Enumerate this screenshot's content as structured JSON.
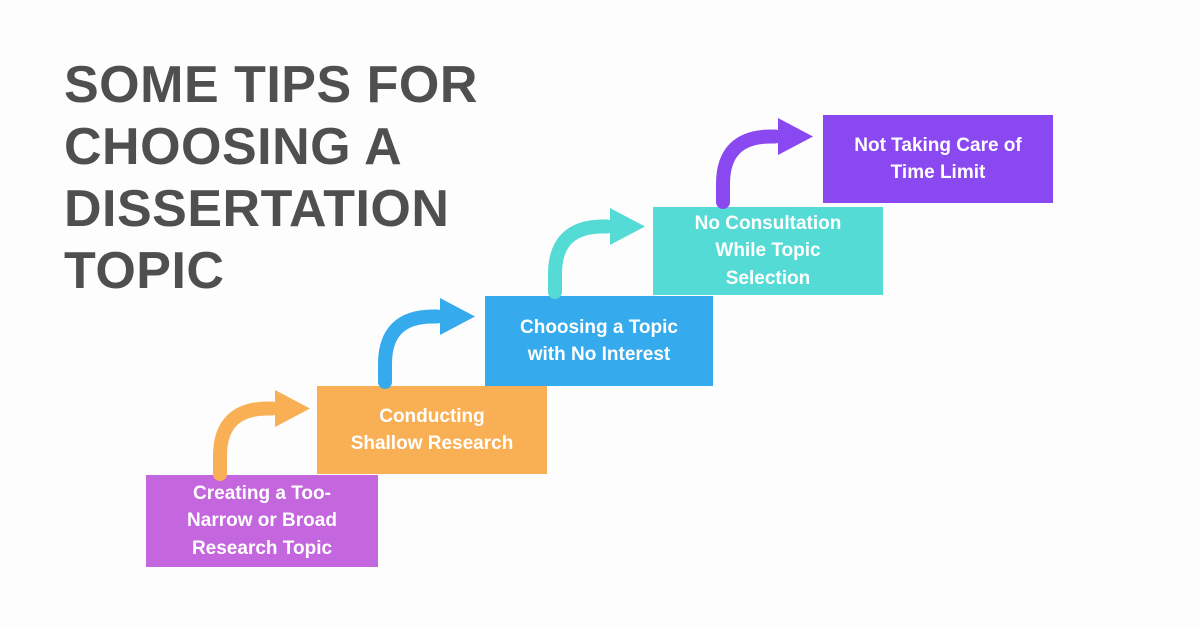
{
  "title": "SOME TIPS FOR CHOOSING A DISSERTATION TOPIC",
  "colors": {
    "background": "#fdfdfe",
    "title_text": "#4f4f4f",
    "step_text": "#ffffff"
  },
  "steps": [
    {
      "label": "Creating a Too-Narrow or Broad Research Topic",
      "color": "#c466de"
    },
    {
      "label": "Conducting Shallow Research",
      "color": "#f9b055"
    },
    {
      "label": "Choosing a Topic with No Interest",
      "color": "#35aaed"
    },
    {
      "label": "No Consultation While Topic Selection",
      "color": "#55dbd5"
    },
    {
      "label": "Not Taking Care of Time Limit",
      "color": "#8a48f0"
    }
  ],
  "arrows": [
    {
      "icon": "curved-arrow-up-right-icon",
      "from": "Creating a Too-Narrow or Broad Research Topic",
      "to": "Conducting Shallow Research",
      "color": "#f9b055"
    },
    {
      "icon": "curved-arrow-up-right-icon",
      "from": "Conducting Shallow Research",
      "to": "Choosing a Topic with No Interest",
      "color": "#35aaed"
    },
    {
      "icon": "curved-arrow-up-right-icon",
      "from": "Choosing a Topic with No Interest",
      "to": "No Consultation While Topic Selection",
      "color": "#55dbd5"
    },
    {
      "icon": "curved-arrow-up-right-icon",
      "from": "No Consultation While Topic Selection",
      "to": "Not Taking Care of Time Limit",
      "color": "#8a48f0"
    }
  ]
}
